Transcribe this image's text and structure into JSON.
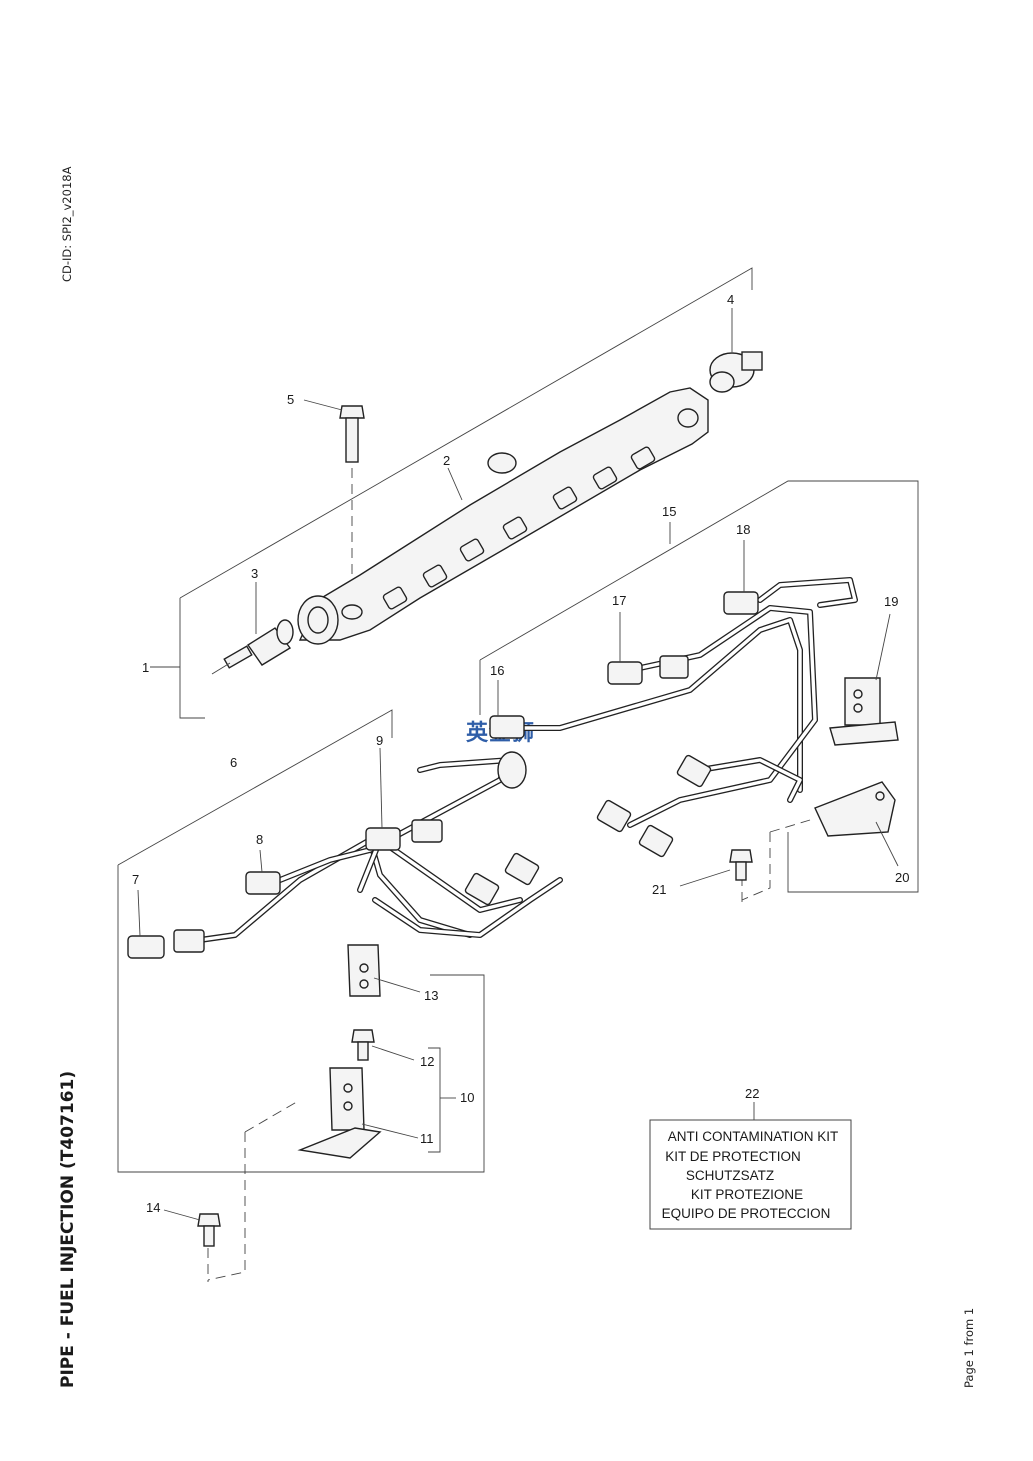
{
  "header": {
    "cd_id": "CD-ID: SPI2_v2018A"
  },
  "title": "PIPE - FUEL INJECTION (T407161)",
  "footer": {
    "page": "Page 1 from 1"
  },
  "watermark": "英金狮",
  "callouts": [
    "1",
    "2",
    "3",
    "4",
    "5",
    "6",
    "7",
    "8",
    "9",
    "10",
    "11",
    "12",
    "13",
    "14",
    "15",
    "16",
    "17",
    "18",
    "19",
    "20",
    "21",
    "22"
  ],
  "kit_box": {
    "lines": [
      "ANTI CONTAMINATION KIT",
      "KIT DE PROTECTION",
      "SCHUTZSATZ",
      "KIT PROTEZIONE",
      "EQUIPO DE PROTECCION"
    ]
  },
  "colors": {
    "line": "#222222",
    "watermark": "#2f5ea8"
  }
}
